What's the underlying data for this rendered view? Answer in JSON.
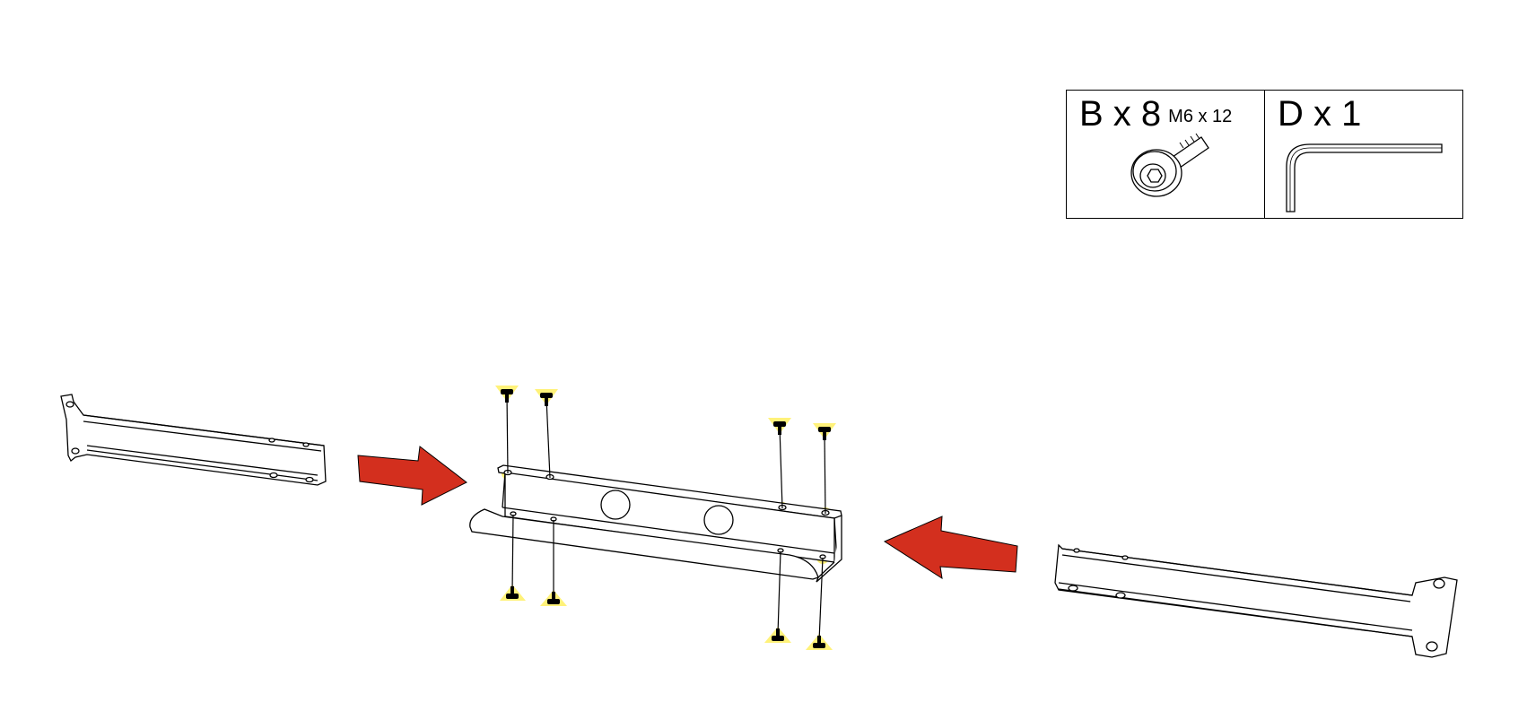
{
  "hardware": [
    {
      "id": "B",
      "label": "B x 8",
      "spec": "M6 x 12",
      "icon": "hex-socket-bolt-icon"
    },
    {
      "id": "D",
      "label": "D x 1",
      "icon": "allen-key-icon"
    }
  ],
  "colors": {
    "arrow": "#d32f1e",
    "highlight": "#fff27a",
    "line": "#000000"
  }
}
